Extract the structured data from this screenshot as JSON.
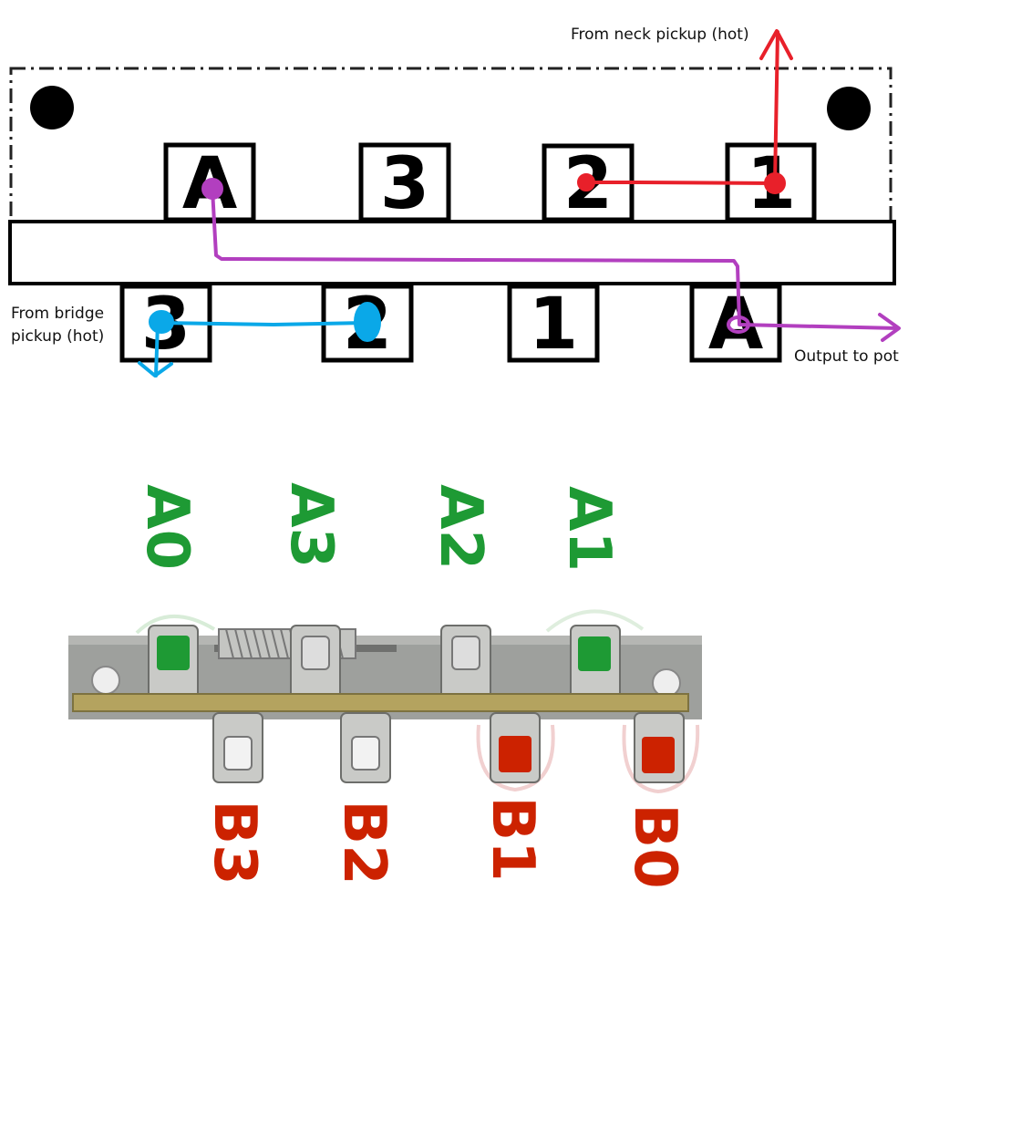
{
  "annotations": {
    "neck": "From neck pickup (hot)",
    "bridge_line1": "From bridge",
    "bridge_line2": "pickup (hot)",
    "output": "Output to pot"
  },
  "top_terminals": [
    "A",
    "3",
    "2",
    "1"
  ],
  "bottom_terminals": [
    "3",
    "2",
    "1",
    "A"
  ],
  "switch_top_labels": [
    "A0",
    "A3",
    "A2",
    "A1"
  ],
  "switch_bottom_labels": [
    "B3",
    "B2",
    "B1",
    "B0"
  ],
  "colors": {
    "neck_wire": "#e8202a",
    "output_wire": "#b23fbf",
    "bridge_wire": "#0aa8e8",
    "a_label": "#1e9a34",
    "b_label": "#cc2200"
  }
}
